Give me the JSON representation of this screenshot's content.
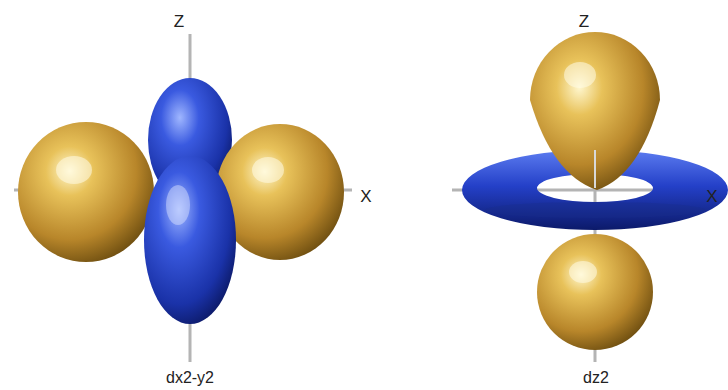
{
  "diagram": {
    "labels": [
      "Z",
      "X",
      "dx2-y2",
      "Z",
      "X",
      "dz2"
    ]
  }
}
